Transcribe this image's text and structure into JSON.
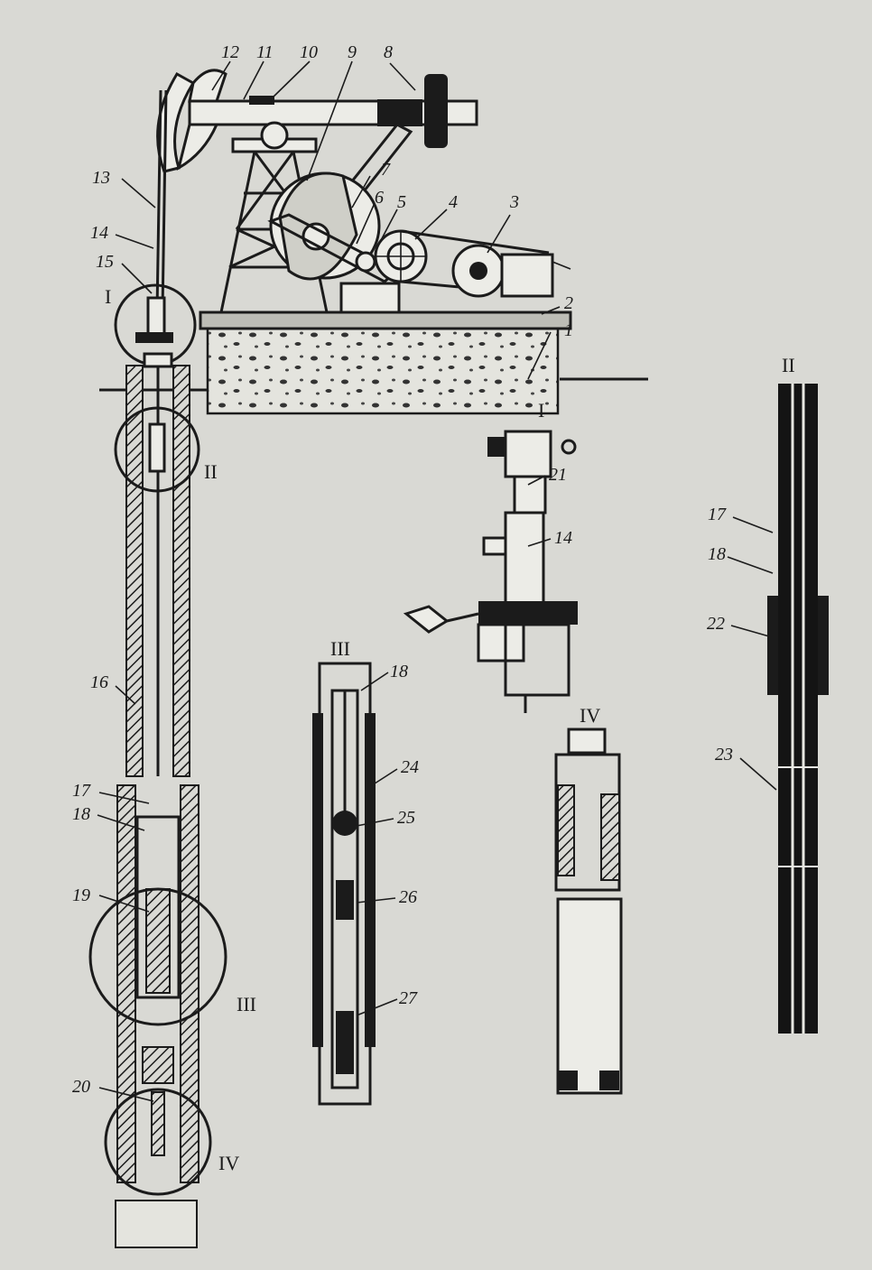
{
  "diagram": {
    "callouts": [
      "1",
      "2",
      "3",
      "4",
      "5",
      "6",
      "7",
      "8",
      "9",
      "10",
      "11",
      "12",
      "13",
      "14",
      "15",
      "16",
      "17",
      "18",
      "19",
      "20",
      "21",
      "14",
      "17",
      "18",
      "22",
      "23",
      "18",
      "24",
      "25",
      "26",
      "27"
    ],
    "detail_markers": [
      "I",
      "II",
      "III",
      "IV"
    ],
    "detail_titles": [
      "I",
      "II",
      "III",
      "IV"
    ]
  }
}
